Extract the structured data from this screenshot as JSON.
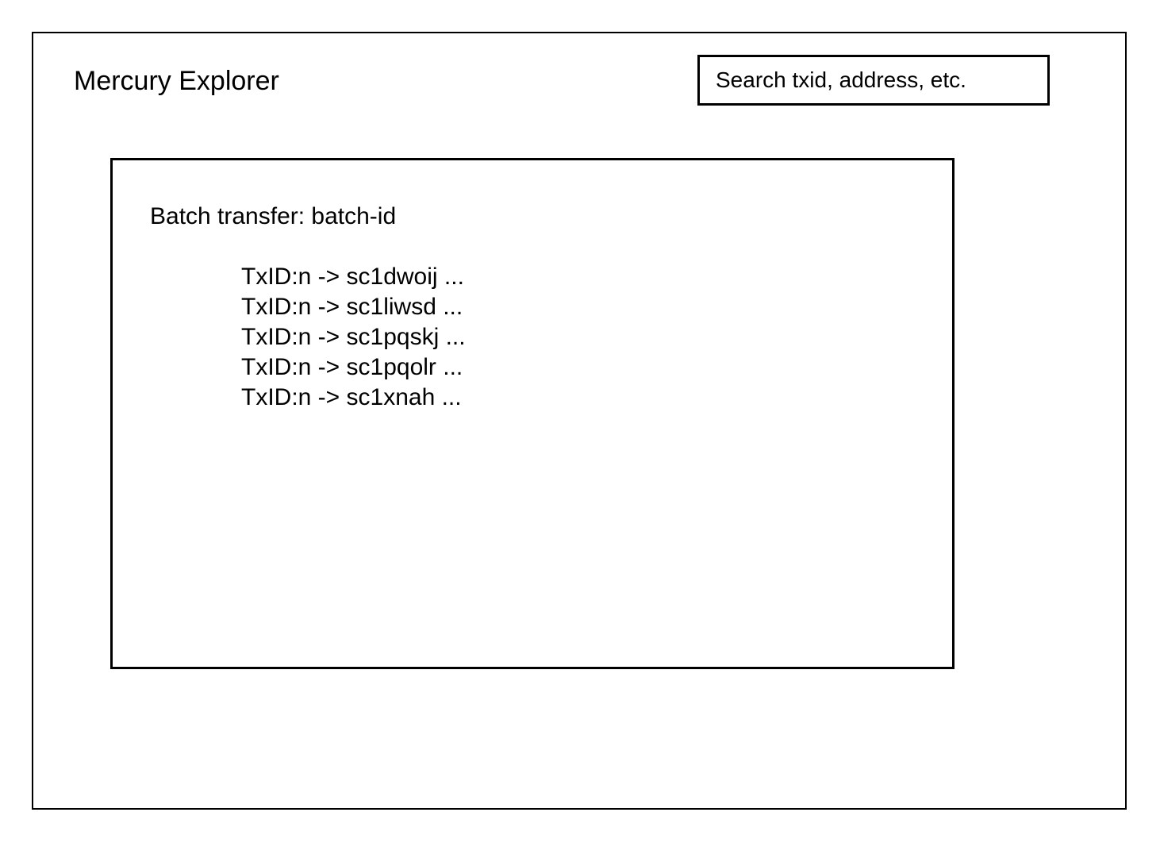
{
  "header": {
    "app_title": "Mercury Explorer",
    "search_placeholder": "Search txid, address, etc."
  },
  "batch": {
    "title": "Batch transfer: batch-id",
    "transactions": [
      "TxID:n -> sc1dwoij ...",
      "TxID:n -> sc1liwsd ...",
      "TxID:n -> sc1pqskj ...",
      "TxID:n -> sc1pqolr ...",
      "TxID:n -> sc1xnah ..."
    ]
  }
}
